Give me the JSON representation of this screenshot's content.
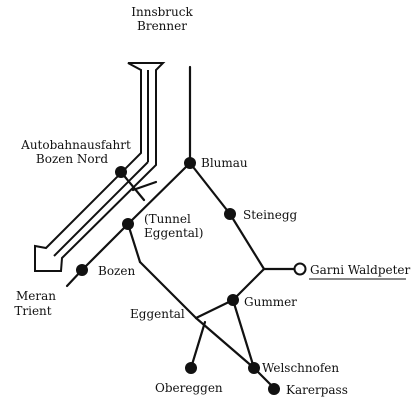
{
  "colors": {
    "ink": "#111111",
    "background": "#ffffff",
    "destination_fill": "#ffffff"
  },
  "labels": {
    "north_line1": "Innsbruck",
    "north_line2": "Brenner",
    "exit_line1": "Autobahnausfahrt",
    "exit_line2": "Bozen Nord",
    "south_line1": "Meran",
    "south_line2": "Trient",
    "blumau": "Blumau",
    "steinegg": "Steinegg",
    "tunnel_line1": "(Tunnel",
    "tunnel_line2": "Eggental)",
    "bozen": "Bozen",
    "garni": "Garni Waldpeter",
    "gummer": "Gummer",
    "eggental": "Eggental",
    "welschnofen": "Welschnofen",
    "obereggen": "Obereggen",
    "karerpass": "Karerpass"
  },
  "icons": {
    "highway": "double-line-arrow-icon",
    "stop": "filled-circle-icon",
    "destination": "open-circle-icon"
  }
}
